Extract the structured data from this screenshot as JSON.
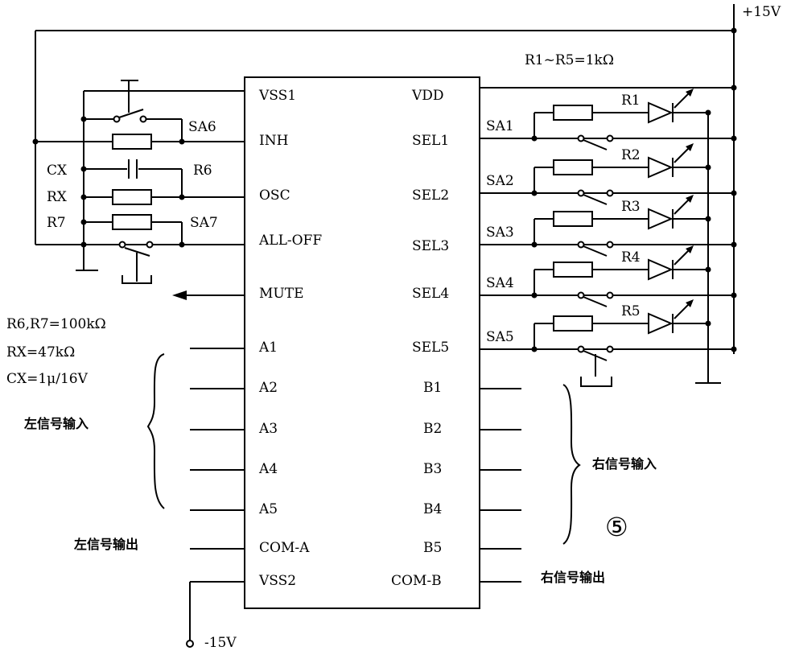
{
  "supply": {
    "pos": "+15V",
    "neg": "-15V"
  },
  "notes": {
    "r1_r5": "R1~R5=1kΩ",
    "r6_r7": "R6,R7=100kΩ",
    "rx": "RX=47kΩ",
    "cx": "CX=1μ/16V"
  },
  "ic": {
    "left_pins": [
      "VSS1",
      "INH",
      "OSC",
      "ALL-OFF",
      "MUTE",
      "A1",
      "A2",
      "A3",
      "A4",
      "A5",
      "COM-A",
      "VSS2"
    ],
    "right_pins": [
      "VDD",
      "SEL1",
      "SEL2",
      "SEL3",
      "SEL4",
      "SEL5",
      "B1",
      "B2",
      "B3",
      "B4",
      "B5",
      "COM-B"
    ]
  },
  "left_components": {
    "sa6": "SA6",
    "cx": "CX",
    "r6": "R6",
    "rx": "RX",
    "r7": "R7",
    "sa7": "SA7"
  },
  "sel_channels": [
    {
      "switch": "SA1",
      "resistor": "R1"
    },
    {
      "switch": "SA2",
      "resistor": "R2"
    },
    {
      "switch": "SA3",
      "resistor": "R3"
    },
    {
      "switch": "SA4",
      "resistor": "R4"
    },
    {
      "switch": "SA5",
      "resistor": "R5"
    }
  ],
  "io_labels": {
    "left_in": "左信号输入",
    "left_out": "左信号输出",
    "right_in": "右信号输入",
    "right_out": "右信号输出"
  },
  "figure_number": "⑤"
}
